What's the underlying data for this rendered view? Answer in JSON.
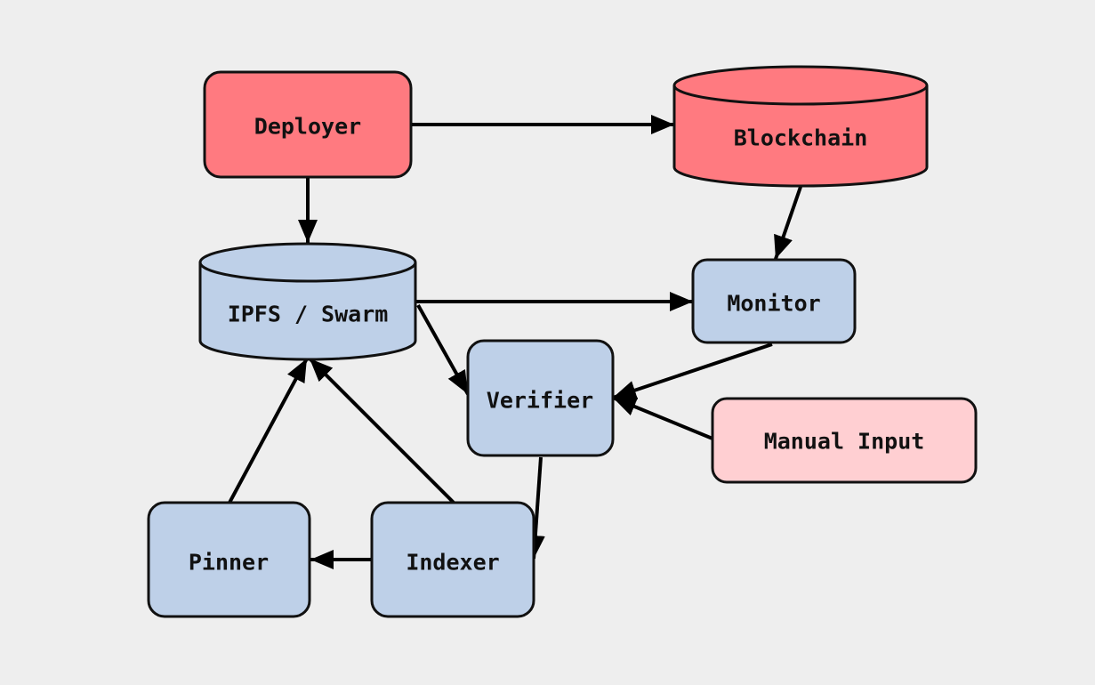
{
  "colors": {
    "background": "#eeeeee",
    "external": "#ff7a80",
    "internal": "#bed0e8",
    "input": "#ffcfd2",
    "stroke": "#111111"
  },
  "nodes": {
    "deployer": {
      "label": "Deployer",
      "shape": "rounded-rect",
      "color": "#ff7a80"
    },
    "blockchain": {
      "label": "Blockchain",
      "shape": "cylinder",
      "color": "#ff7a80"
    },
    "ipfs": {
      "label": "IPFS / Swarm",
      "shape": "cylinder",
      "color": "#bed0e8"
    },
    "monitor": {
      "label": "Monitor",
      "shape": "rounded-rect",
      "color": "#bed0e8"
    },
    "verifier": {
      "label": "Verifier",
      "shape": "rounded-rect",
      "color": "#bed0e8"
    },
    "manual_input": {
      "label": "Manual Input",
      "shape": "rounded-rect",
      "color": "#ffcfd2"
    },
    "pinner": {
      "label": "Pinner",
      "shape": "rounded-rect",
      "color": "#bed0e8"
    },
    "indexer": {
      "label": "Indexer",
      "shape": "rounded-rect",
      "color": "#bed0e8"
    }
  },
  "edges": [
    {
      "from": "deployer",
      "to": "blockchain"
    },
    {
      "from": "deployer",
      "to": "ipfs"
    },
    {
      "from": "blockchain",
      "to": "monitor"
    },
    {
      "from": "ipfs",
      "to": "monitor"
    },
    {
      "from": "ipfs",
      "to": "verifier"
    },
    {
      "from": "monitor",
      "to": "verifier"
    },
    {
      "from": "manual_input",
      "to": "verifier"
    },
    {
      "from": "verifier",
      "to": "indexer"
    },
    {
      "from": "indexer",
      "to": "pinner"
    },
    {
      "from": "pinner",
      "to": "ipfs"
    },
    {
      "from": "indexer",
      "to": "ipfs"
    }
  ]
}
